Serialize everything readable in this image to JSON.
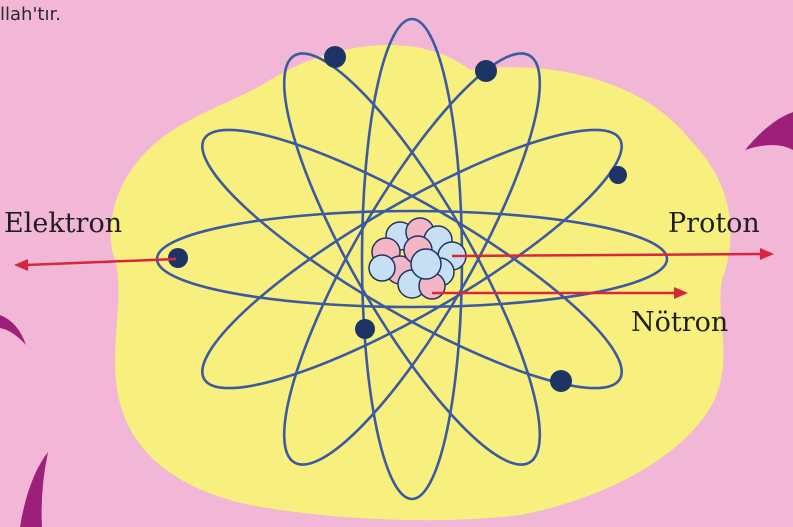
{
  "header": {
    "text": "llah'tır."
  },
  "labels": {
    "elektron": "Elektron",
    "proton": "Proton",
    "notron": "Nötron"
  },
  "colors": {
    "background": "#f2b6d6",
    "blob": "#f7ef7e",
    "orbit": "#3b5aa0",
    "electron": "#1c3566",
    "arrow": "#d7263d",
    "proton": "#f4b6c6",
    "neutron": "#c7dff3",
    "accent": "#9c1f7a"
  }
}
